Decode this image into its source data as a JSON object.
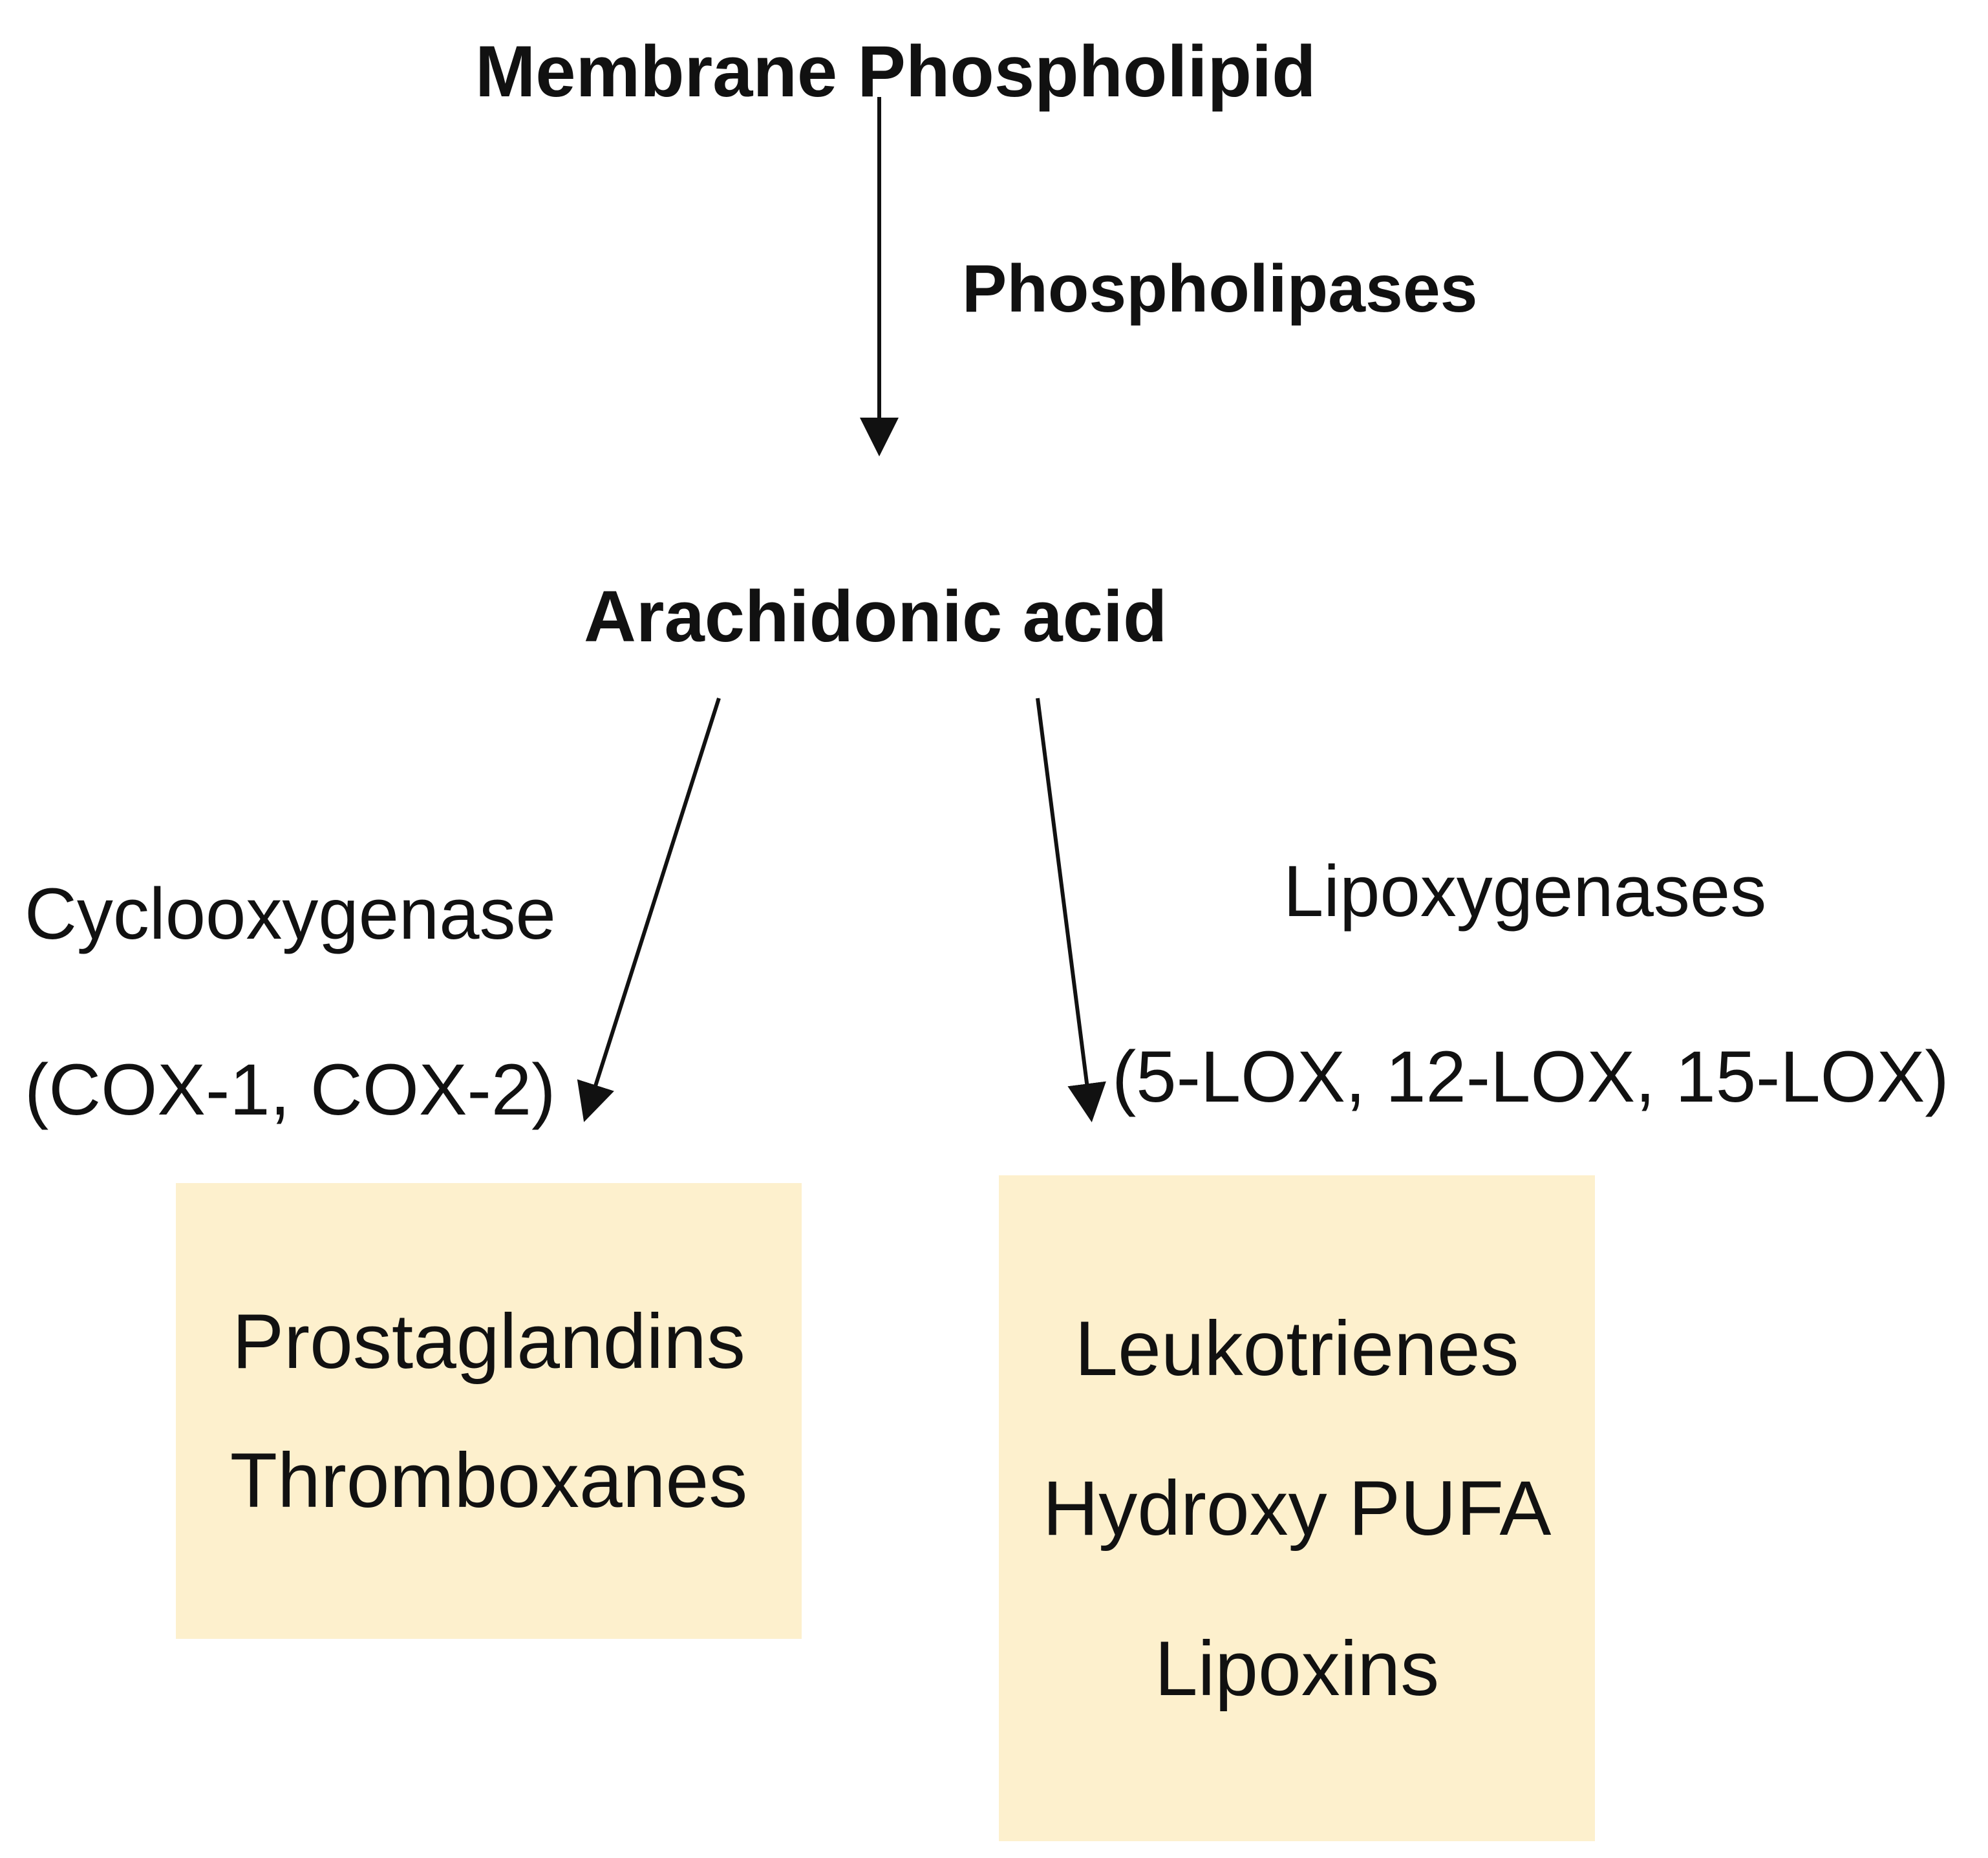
{
  "nodes": {
    "membrane_phospholipid": "Membrane Phospholipid",
    "arachidonic_acid": "Arachidonic acid"
  },
  "enzymes": {
    "phospholipases": "Phospholipases",
    "cyclooxygenase": "Cyclooxygenase",
    "cox_isoforms": "(COX-1, COX-2)",
    "lipoxygenases": "Lipoxygenases",
    "lox_isoforms": "(5-LOX, 12-LOX, 15-LOX)"
  },
  "products": {
    "cyclooxygenase_products": [
      "Prostaglandins",
      "Thromboxanes"
    ],
    "lipoxygenase_products": [
      "Leukotrienes",
      "Hydroxy PUFA",
      "Lipoxins"
    ]
  },
  "colors": {
    "product_box_fill": "#fdf0cd",
    "text": "#111111",
    "arrow": "#111111"
  }
}
